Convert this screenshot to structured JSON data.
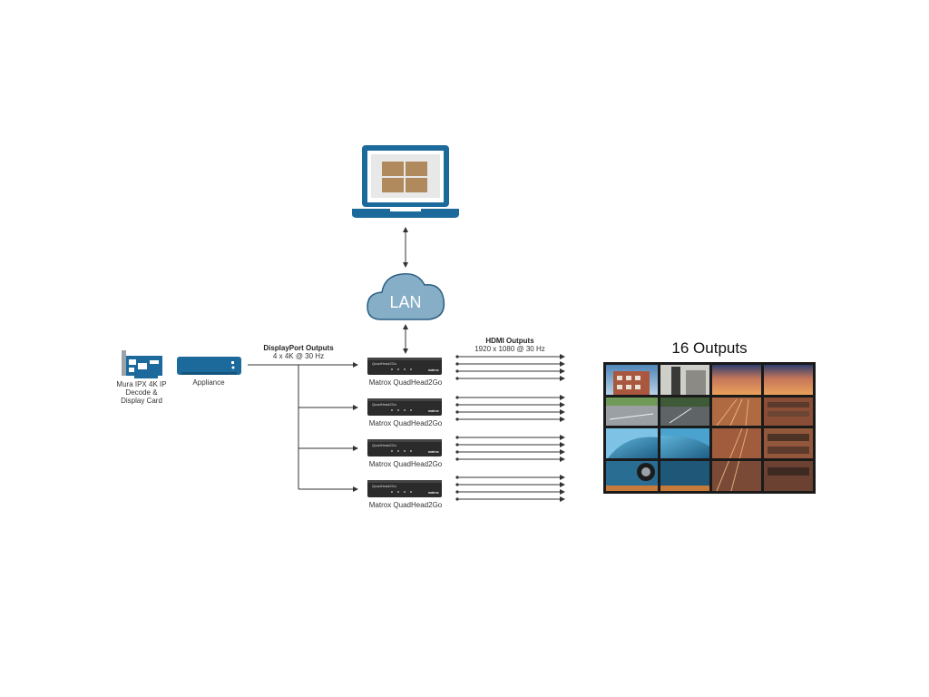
{
  "cloud": {
    "label": "LAN"
  },
  "decoder_card": {
    "label_lines": [
      "Mura IPX 4K IP",
      "Decode &",
      "Display Card"
    ]
  },
  "appliance": {
    "label": "Appliance"
  },
  "displayport": {
    "title": "DisplayPort Outputs",
    "spec": "4 x 4K @ 30 Hz"
  },
  "hdmi": {
    "title": "HDMI Outputs",
    "spec": "1920 x 1080 @ 30 Hz"
  },
  "units": [
    {
      "label": "Matrox QuadHead2Go",
      "brand": "QuadHead2Go",
      "logo": "matrox"
    },
    {
      "label": "Matrox QuadHead2Go",
      "brand": "QuadHead2Go",
      "logo": "matrox"
    },
    {
      "label": "Matrox QuadHead2Go",
      "brand": "QuadHead2Go",
      "logo": "matrox"
    },
    {
      "label": "Matrox QuadHead2Go",
      "brand": "QuadHead2Go",
      "logo": "matrox"
    }
  ],
  "video_wall": {
    "title": "16 Outputs",
    "rows": 4,
    "cols": 4
  },
  "colors": {
    "laptop_blue": "#1c6a9b",
    "laptop_tile": "#b08a5c",
    "cloud_fill": "#86aec7",
    "cloud_stroke": "#2c5f83",
    "device_blue": "#1c6a9b",
    "line": "#333333"
  }
}
